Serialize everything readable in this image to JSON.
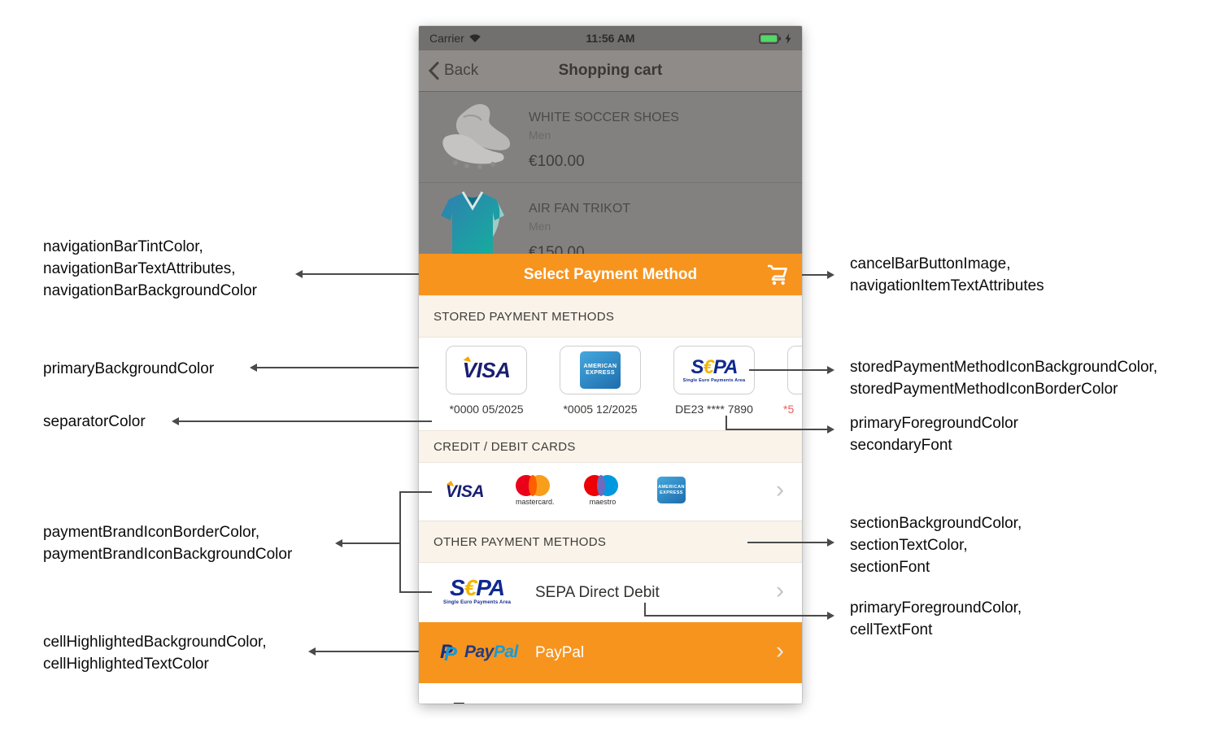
{
  "annotations": {
    "left": [
      {
        "lines": [
          "navigationBarTintColor,",
          "navigationBarTextAttributes,",
          "navigationBarBackgroundColor"
        ]
      },
      {
        "lines": [
          "primaryBackgroundColor"
        ]
      },
      {
        "lines": [
          "separatorColor"
        ]
      },
      {
        "lines": [
          "paymentBrandIconBorderColor,",
          "paymentBrandIconBackgroundColor"
        ]
      },
      {
        "lines": [
          "cellHighlightedBackgroundColor,",
          "cellHighlightedTextColor"
        ]
      }
    ],
    "right": [
      {
        "lines": [
          "cancelBarButtonImage,",
          "navigationItemTextAttributes"
        ]
      },
      {
        "lines": [
          "storedPaymentMethodIconBackgroundColor,",
          "storedPaymentMethodIconBorderColor"
        ]
      },
      {
        "lines": [
          "primaryForegroundColor",
          "secondaryFont"
        ]
      },
      {
        "lines": [
          "sectionBackgroundColor,",
          "sectionTextColor,",
          "sectionFont"
        ]
      },
      {
        "lines": [
          "primaryForegroundColor,",
          "cellTextFont"
        ]
      }
    ]
  },
  "phone": {
    "status_bar": {
      "carrier": "Carrier",
      "time": "11:56 AM"
    },
    "nav_bar": {
      "back_label": "Back",
      "title": "Shopping cart"
    },
    "cart_items": [
      {
        "name": "WHITE SOCCER SHOES",
        "subtitle": "Men",
        "price": "€100.00"
      },
      {
        "name": "AIR FAN TRIKOT",
        "subtitle": "Men",
        "price": "€150.00"
      }
    ],
    "payment": {
      "title": "Select Payment Method",
      "section_stored": "STORED PAYMENT METHODS",
      "section_cards": "CREDIT / DEBIT CARDS",
      "section_other": "OTHER PAYMENT METHODS",
      "stored_methods": [
        {
          "brand": "visa",
          "caption": "*0000 05/2025"
        },
        {
          "brand": "amex",
          "caption": "*0005 12/2025"
        },
        {
          "brand": "sepa",
          "caption": "DE23 **** 7890"
        },
        {
          "brand": "card",
          "caption": "*5"
        }
      ],
      "rows": [
        {
          "label": "SEPA Direct Debit"
        },
        {
          "label": "PayPal"
        }
      ]
    }
  },
  "logos": {
    "visa": "VISA",
    "amex_line1": "AMERICAN",
    "amex_line2": "EXPRESS",
    "sepa_s": "S",
    "sepa_euro": "€",
    "sepa_pa": "PA",
    "sepa_tagline": "Single Euro Payments Area",
    "mastercard_label": "mastercard.",
    "maestro_label": "maestro",
    "paypal_mark": "P",
    "paypal_pay": "Pay",
    "paypal_pal": "Pal"
  },
  "icons": {
    "chevron_right": "›"
  },
  "colors": {
    "accent_orange": "#f7941e",
    "section_background": "#faf3ea",
    "highlighted_cell_background": "#f7941e",
    "stored_caption_alert": "#f15b5b",
    "separator": "#cfcfcf",
    "battery_green": "#53d769"
  }
}
